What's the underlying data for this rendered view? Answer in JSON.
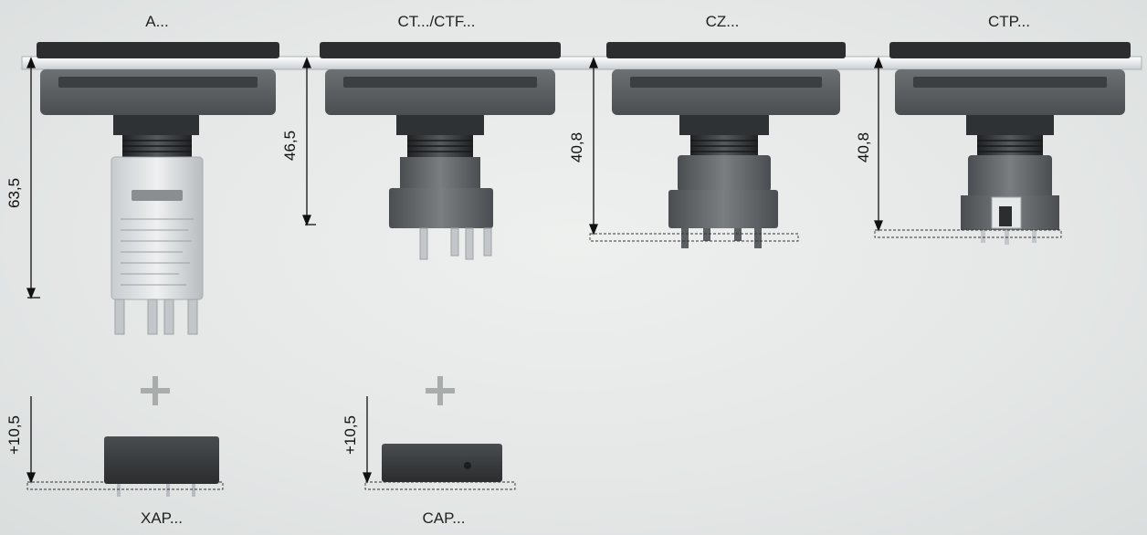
{
  "columns": [
    {
      "id": "a",
      "label": "A...",
      "dimension": "63,5"
    },
    {
      "id": "ct",
      "label": "CT.../CTF...",
      "dimension": "46,5"
    },
    {
      "id": "cz",
      "label": "CZ...",
      "dimension": "40,8"
    },
    {
      "id": "ctp",
      "label": "CTP...",
      "dimension": "40,8"
    }
  ],
  "addons": [
    {
      "id": "xap",
      "label": "XAP...",
      "dimension": "+10,5"
    },
    {
      "id": "cap",
      "label": "CAP...",
      "dimension": "+10,5"
    }
  ],
  "colors": {
    "housing": "#5b5f62",
    "housing_dark": "#3a3d40",
    "bezel": "#2d2f31",
    "panel": "#f4f6f7",
    "pin": "#b9bcbe",
    "plus": "#a8acab",
    "dimension_line": "#111111"
  }
}
